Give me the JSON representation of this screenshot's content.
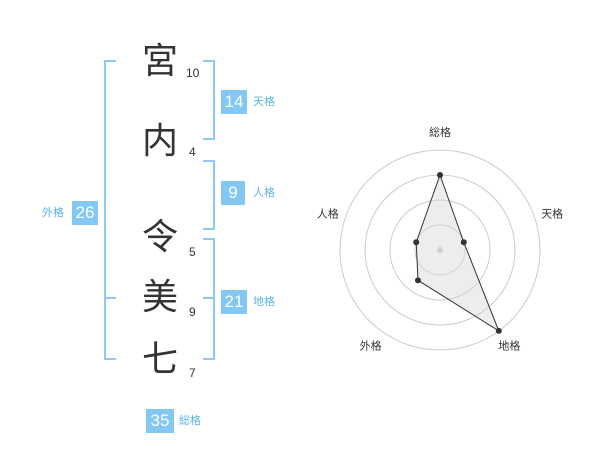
{
  "name": {
    "characters": [
      {
        "char": "宮",
        "strokes": "10"
      },
      {
        "char": "内",
        "strokes": "4"
      },
      {
        "char": "令",
        "strokes": "5"
      },
      {
        "char": "美",
        "strokes": "9"
      },
      {
        "char": "七",
        "strokes": "7"
      }
    ]
  },
  "fortune": {
    "tenkaku": {
      "value": "14",
      "label": "天格"
    },
    "jinkaku": {
      "value": "9",
      "label": "人格"
    },
    "chikaku": {
      "value": "21",
      "label": "地格"
    },
    "gaikaku": {
      "value": "26",
      "label": "外格"
    },
    "soukaku": {
      "value": "35",
      "label": "総格"
    }
  },
  "colors": {
    "accent": "#82c8f2",
    "bracket": "#8ecbef",
    "label": "#5ab4ea"
  },
  "chart_data": {
    "type": "radar",
    "axes": [
      "総格",
      "天格",
      "地格",
      "外格",
      "人格"
    ],
    "values": [
      3,
      1,
      4,
      1.5,
      1
    ],
    "max": 4,
    "rings": 4
  }
}
